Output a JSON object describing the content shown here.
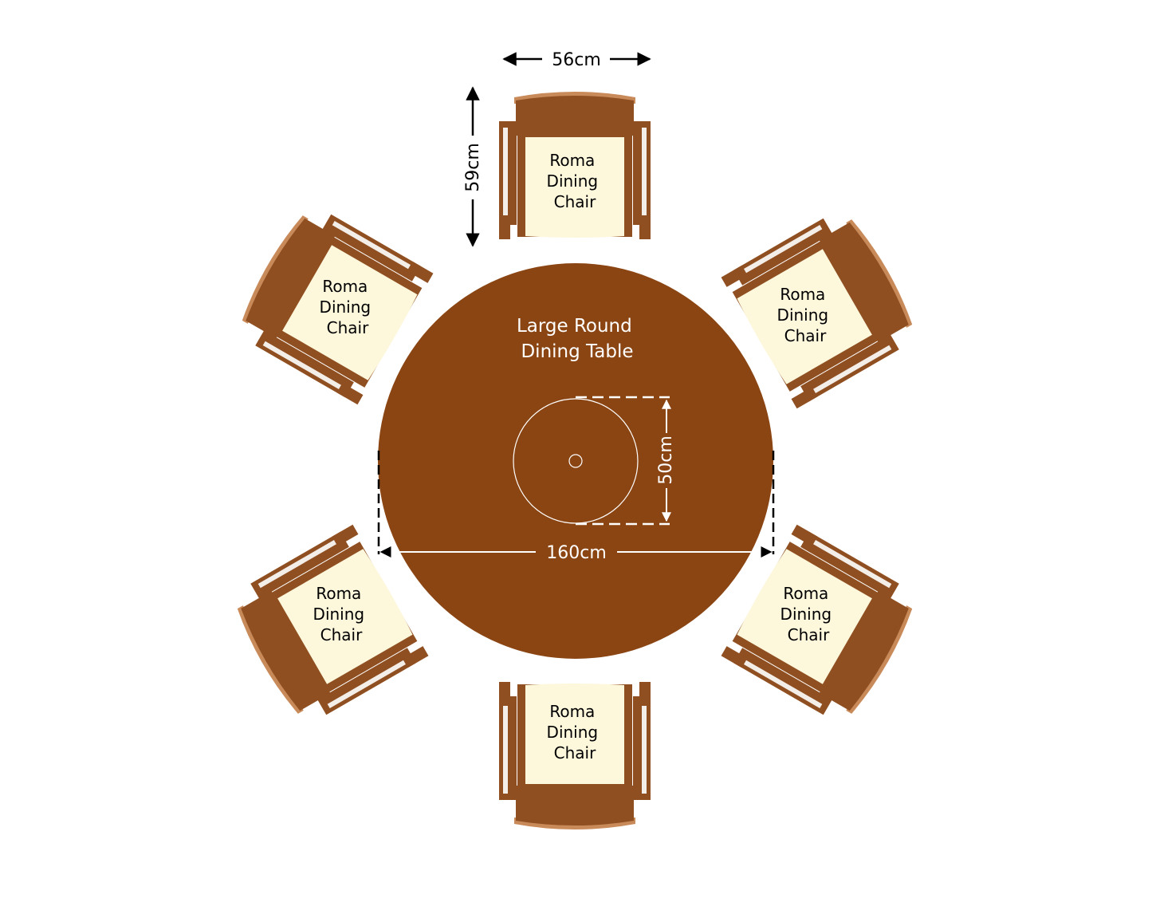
{
  "colors": {
    "background": "#ffffff",
    "wood": "#8b4513",
    "chair_frame": "#8f4f21",
    "chair_back_rim": "#c98a5a",
    "seat_cushion": "#fdf7dc",
    "line": "#ffffff",
    "dimension": "#000000"
  },
  "table": {
    "label_line1": "Large Round",
    "label_line2": "Dining Table",
    "diameter_label": "160cm",
    "lazy_susan_label": "50cm"
  },
  "chair_dimensions": {
    "width_label": "56cm",
    "depth_label": "59cm"
  },
  "chairs": [
    {
      "line1": "Roma",
      "line2": "Dining",
      "line3": "Chair"
    },
    {
      "line1": "Roma",
      "line2": "Dining",
      "line3": "Chair"
    },
    {
      "line1": "Roma",
      "line2": "Dining",
      "line3": "Chair"
    },
    {
      "line1": "Roma",
      "line2": "Dining",
      "line3": "Chair"
    },
    {
      "line1": "Roma",
      "line2": "Dining",
      "line3": "Chair"
    },
    {
      "line1": "Roma",
      "line2": "Dining",
      "line3": "Chair"
    }
  ]
}
